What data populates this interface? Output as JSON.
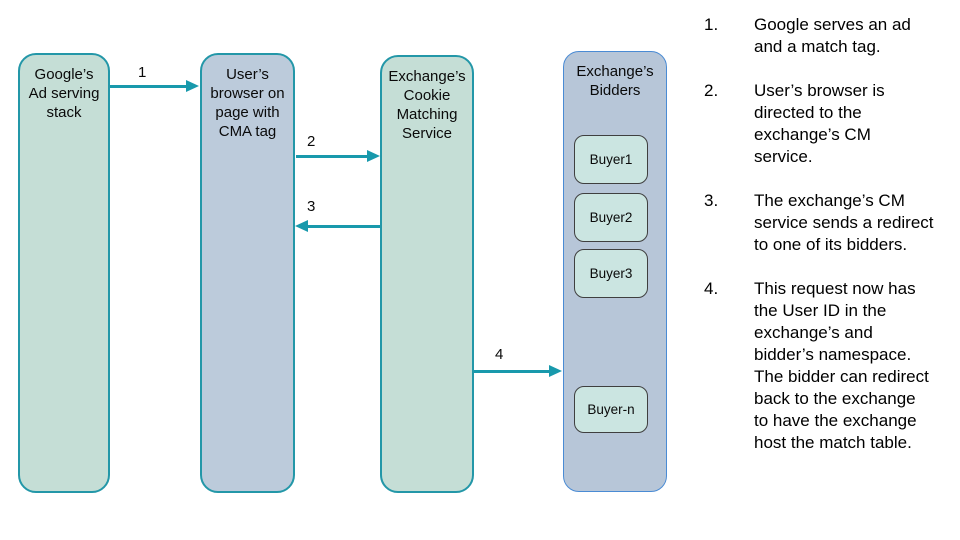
{
  "diagram": {
    "nodes": {
      "google": {
        "label": "Google’s\nAd serving\nstack"
      },
      "browser": {
        "label": "User’s\nbrowser on\npage with\nCMA tag"
      },
      "cm_service": {
        "label": "Exchange’s\nCookie\nMatching\nService"
      },
      "bidders": {
        "label": "Exchange’s\nBidders"
      }
    },
    "buyers": [
      "Buyer1",
      "Buyer2",
      "Buyer3",
      "Buyer-n"
    ],
    "arrows": [
      {
        "label": "1",
        "from": "google",
        "to": "browser",
        "direction": "right"
      },
      {
        "label": "2",
        "from": "browser",
        "to": "cm_service",
        "direction": "right"
      },
      {
        "label": "3",
        "from": "cm_service",
        "to": "browser",
        "direction": "left"
      },
      {
        "label": "4",
        "from": "cm_service",
        "to": "bidders",
        "direction": "right"
      }
    ],
    "colors": {
      "teal_border": "#2397a8",
      "arrow": "#1899ac",
      "green_fill": "#c5ded6",
      "blue_fill": "#bccbdb",
      "bidders_fill": "#b7c6d8",
      "bidders_border": "#4a8bd4",
      "buyer_fill": "#cbe5e1",
      "buyer_border": "#3f3f3f"
    }
  },
  "steps": [
    {
      "number": "1.",
      "text": "Google serves an ad and a match tag."
    },
    {
      "number": "2.",
      "text": "User’s browser is directed to the exchange’s CM service."
    },
    {
      "number": "3.",
      "text": "The exchange’s CM service sends a redirect to one of its bidders."
    },
    {
      "number": "4.",
      "text": "This request now has the User ID in the exchange’s and bidder’s namespace. The bidder can redirect back to the exchange to have the exchange host the match table."
    }
  ]
}
